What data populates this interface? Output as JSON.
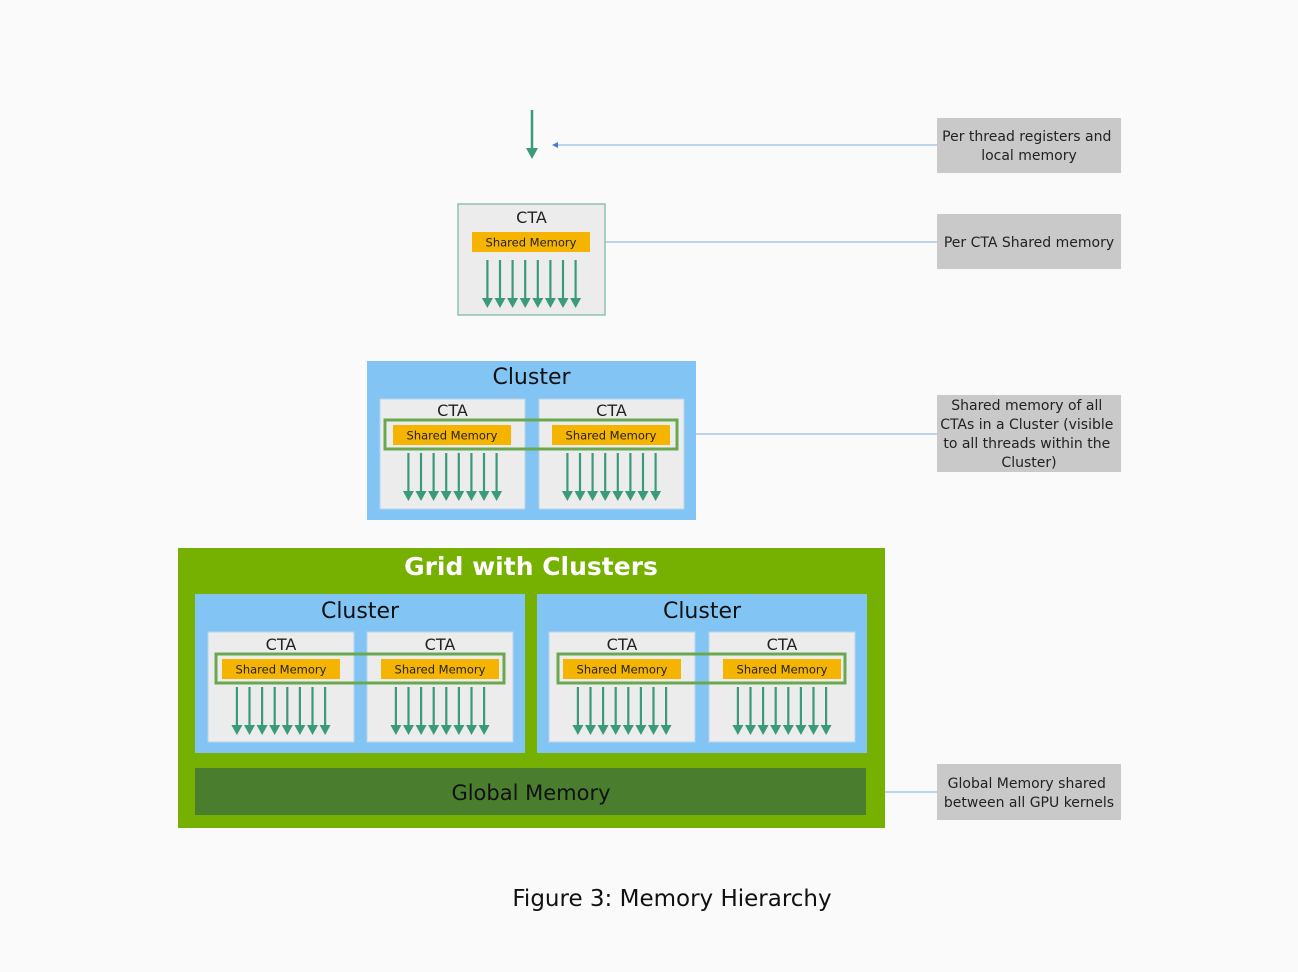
{
  "labels": {
    "thread": "Per thread registers and local memory",
    "thread_lines": [
      "Per thread registers and",
      "local memory"
    ],
    "cta": "Per CTA Shared memory",
    "cluster_lines": [
      "Shared memory of all",
      "CTAs in a Cluster (visible",
      "to all threads within the",
      "Cluster)"
    ],
    "global_lines": [
      "Global Memory shared",
      "between all GPU kernels"
    ]
  },
  "diagram": {
    "cta_title": "CTA",
    "cluster_title": "Cluster",
    "grid_title": "Grid with Clusters",
    "shared_memory": "Shared Memory",
    "global_memory": "Global Memory"
  },
  "caption": "Figure 3: Memory Hierarchy",
  "colors": {
    "background": "#fafafa",
    "thread_arrow": "#3a9a7a",
    "cta_fill": "#ececec",
    "cta_border": "#8fc1b1",
    "shared_memory": "#f4b400",
    "cluster_fill": "#82c4f4",
    "cluster_group_border": "#6aa84f",
    "grid_fill": "#76b000",
    "global_memory": "#4a7e2e",
    "callout_fill": "#c9c9c9",
    "connector": "#aac6e8"
  }
}
